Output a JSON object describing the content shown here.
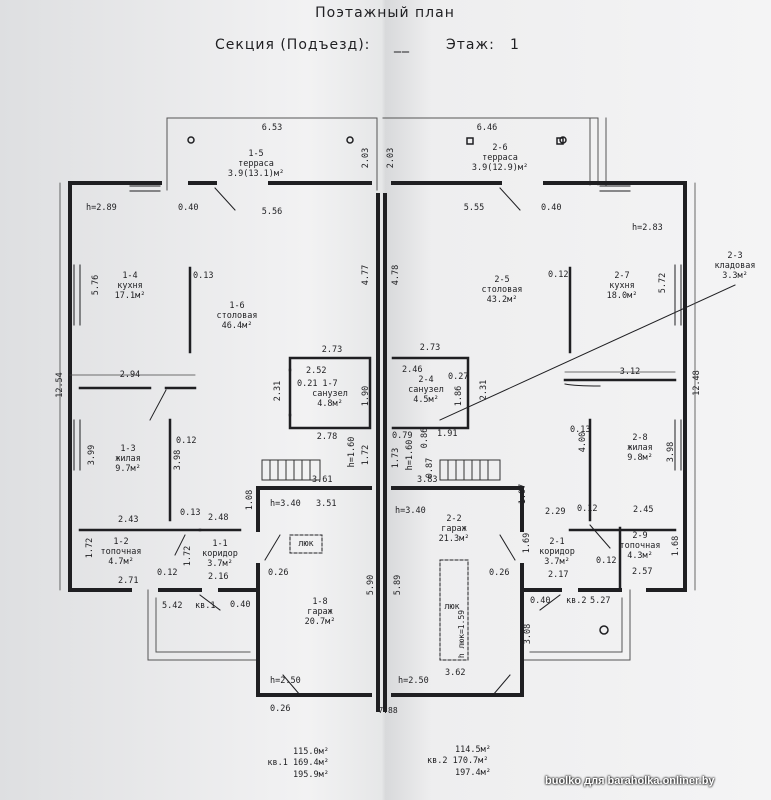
{
  "header": {
    "title": "Поэтажный план",
    "section_label": "Секция (Подъезд):",
    "section_value": "__",
    "floor_label": "Этаж:",
    "floor_value": "1"
  },
  "rooms": {
    "r1_5": {
      "id": "1-5",
      "name": "терраса",
      "area": "3.9(13.1)м²"
    },
    "r2_6": {
      "id": "2-6",
      "name": "терраса",
      "area": "3.9(12.9)м²"
    },
    "r1_4": {
      "id": "1-4",
      "name": "кухня",
      "area": "17.1м²"
    },
    "r1_6": {
      "id": "1-6",
      "name": "столовая",
      "area": "46.4м²"
    },
    "r2_5": {
      "id": "2-5",
      "name": "столовая",
      "area": "43.2м²"
    },
    "r2_7": {
      "id": "2-7",
      "name": "кухня",
      "area": "18.0м²"
    },
    "r2_3": {
      "id": "2-3",
      "name": "кладовая",
      "area": "3.3м²"
    },
    "r1_7": {
      "id": "1-7",
      "name": "санузел",
      "area": "4.8м²"
    },
    "r2_4": {
      "id": "2-4",
      "name": "санузел",
      "area": "4.5м²"
    },
    "r1_3": {
      "id": "1-3",
      "name": "жилая",
      "area": "9.7м²"
    },
    "r2_8": {
      "id": "2-8",
      "name": "жилая",
      "area": "9.8м²"
    },
    "r1_2": {
      "id": "1-2",
      "name": "топочная",
      "area": "4.7м²"
    },
    "r1_1": {
      "id": "1-1",
      "name": "коридор",
      "area": "3.7м²"
    },
    "r1_8": {
      "id": "1-8",
      "name": "гараж",
      "area": "20.7м²"
    },
    "r2_2": {
      "id": "2-2",
      "name": "гараж",
      "area": "21.3м²"
    },
    "r2_1": {
      "id": "2-1",
      "name": "коридор",
      "area": "3.7м²"
    },
    "r2_9": {
      "id": "2-9",
      "name": "топочная",
      "area": "4.3м²"
    }
  },
  "labels": {
    "hatch": "люк",
    "hatch_inner": "h люк=1.59",
    "kv1": "кв.1",
    "kv2": "кв.2"
  },
  "dims": {
    "d653": "6.53",
    "d646": "6.46",
    "d203a": "2.03",
    "d203b": "2.03",
    "h289": "h=2.89",
    "d040a": "0.40",
    "d556": "5.56",
    "d555": "5.55",
    "d040b": "0.40",
    "h283": "h=2.83",
    "d576": "5.76",
    "d013a": "0.13",
    "d477": "4.77",
    "d478": "4.78",
    "d012a": "0.12",
    "d572": "5.72",
    "d273a": "2.73",
    "d273b": "2.73",
    "d252": "2.52",
    "d246": "2.46",
    "d021": "0.21",
    "d027": "0.27",
    "d231a": "2.31",
    "d231b": "2.31",
    "d190": "1.90",
    "d186": "1.86",
    "d1254": "12.54",
    "d294": "2.94",
    "d312": "3.12",
    "d1248": "12.48",
    "d278": "2.78",
    "d079": "0.79",
    "d086": "0.86",
    "d191": "1.91",
    "d013b": "0.13",
    "d012b": "0.12",
    "d399": "3.99",
    "d398a": "3.98",
    "d400": "4.00",
    "d398b": "3.98",
    "h160a": "h=1.60",
    "d172a": "1.72",
    "d173": "1.73",
    "h160b": "h=1.60",
    "d087": "0.87",
    "d361": "3.61",
    "d383": "3.83",
    "d108": "1.08",
    "d107": "1.07",
    "h340a": "h=3.40",
    "d351": "3.51",
    "h340b": "h=3.40",
    "d243": "2.43",
    "d013c": "0.13",
    "d248": "2.48",
    "d229": "2.29",
    "d012c": "0.12",
    "d245": "2.45",
    "d172b": "1.72",
    "d172c": "1.72",
    "d026a": "0.26",
    "d590": "5.90",
    "d589": "5.89",
    "d169": "1.69",
    "d026b": "0.26",
    "d168": "1.68",
    "d012d": "0.12",
    "d216": "2.16",
    "d217": "2.17",
    "d012e": "0.12",
    "d271": "2.71",
    "d257": "2.57",
    "d542": "5.42",
    "d040c": "0.40",
    "d040d": "0.40",
    "d527": "5.27",
    "d308": "3.08",
    "h250a": "h=2.50",
    "h250b": "h=2.50",
    "d362": "3.62",
    "d026c": "0.26",
    "d788": "7.88"
  },
  "totals": {
    "left": [
      "115.0м²",
      "кв.1  169.4м²",
      "195.9м²"
    ],
    "right": [
      "114.5м²",
      "кв.2  170.7м²",
      "197.4м²"
    ]
  },
  "watermark": "buolko для baraholka.onliner.by",
  "colors": {
    "ink": "#1f1f22",
    "paper": "#eeeeef",
    "fold": "#d2d3d5",
    "watermark": "#ffffff"
  }
}
